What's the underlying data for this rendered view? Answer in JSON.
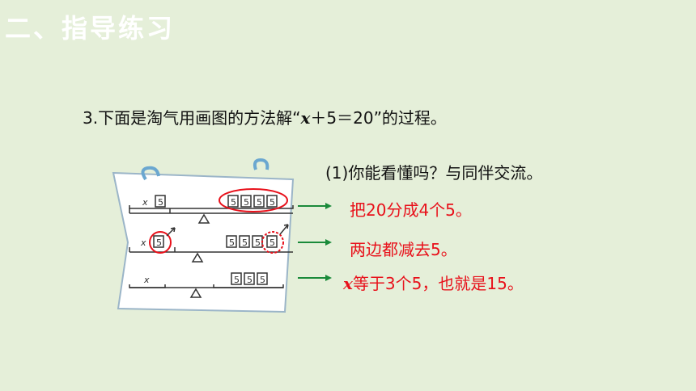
{
  "header": {
    "title": "二、指导练习"
  },
  "problem": {
    "text_before": "3.下面是淘气用画图的方法解“",
    "var": "x",
    "text_after": "＋5＝20”的过程。"
  },
  "question": {
    "text": "(1)你能看懂吗？与同伴交流。"
  },
  "annotations": [
    {
      "text": "把20分成4个5。"
    },
    {
      "text": "两边都减去5。"
    },
    {
      "var": "x",
      "text": "等于3个5，也就是15。"
    }
  ],
  "figure": {
    "x_symbol": "x",
    "block_label": "5"
  },
  "colors": {
    "background": "#e5efd9",
    "annotation": "#e8111b",
    "arrow": "#1a8a3a",
    "circle": "#e8111b"
  }
}
